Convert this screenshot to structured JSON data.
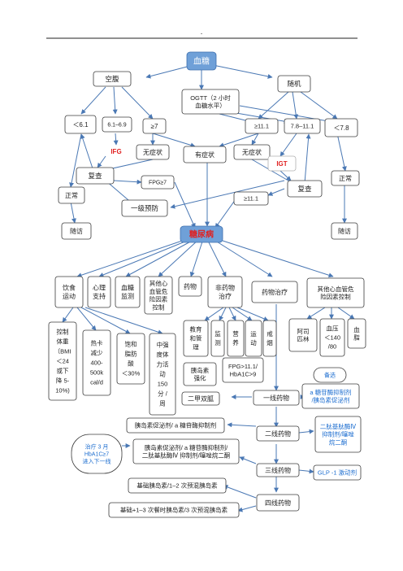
{
  "header_mark": ".",
  "colors": {
    "line": "#4a78b4",
    "blue_fill": "#6fa0d8",
    "red_text": "#e02020",
    "blue_text": "#1f6fd0",
    "box_stroke": "#3c3c3c"
  },
  "nodes": {
    "blood_sugar": "血糖",
    "fasting": "空腹",
    "random": "随机",
    "ogtt": [
      "OGTT（2 小时",
      "血糖水平）"
    ],
    "lt61": "＜6.1",
    "r6169": "6.1–6.9",
    "ge7": "≥7",
    "ge111": "≥11.1",
    "r78111": "7.8–11.1",
    "lt78": "＜7.8",
    "ifg": "IFG",
    "asym_left": "无症状",
    "symptomatic": "有症状",
    "asym_right": "无症状",
    "igt": "IGT",
    "recheck_left": "复查",
    "fpg_ge7": "FPG≥7",
    "recheck_right": "复查",
    "normal_right": "正常",
    "normal_left": "正常",
    "ge111_b": "≥11.1",
    "primary_prevention": "一级预防",
    "followup_left": "随访",
    "diabetes": "糖尿病",
    "followup_right": "随访",
    "diet": [
      "饮食",
      "运动"
    ],
    "psych": [
      "心理",
      "支持"
    ],
    "bg_monitor": [
      "血糖",
      "监测"
    ],
    "other_cv": [
      "其他心",
      "血管危",
      "险因素",
      "控制"
    ],
    "drugs": "药物",
    "nondrug": [
      "非药物",
      "治疗"
    ],
    "drug_therapy": "药物治疗",
    "other_cv2": [
      "其他心血管危",
      "险因素控制"
    ],
    "weight": [
      "控制",
      "体重",
      "（BMI",
      "＜24",
      "或下",
      "降 5-",
      "10%)"
    ],
    "calorie": [
      "热卡",
      "减少",
      "400-",
      "500k",
      "cal/d"
    ],
    "fat": [
      "饱和",
      "脂肪",
      "酸",
      "＜30%"
    ],
    "exercise": [
      "中强",
      "度体",
      "力活",
      "动",
      "150",
      "分 /",
      "周"
    ],
    "education": [
      "教育",
      "和管",
      "理"
    ],
    "monitor": [
      "监",
      "测"
    ],
    "nutrition": [
      "营",
      "养"
    ],
    "sport": [
      "运",
      "动"
    ],
    "quit_smoke": [
      "戒",
      "烟"
    ],
    "aspirin": [
      "阿司",
      "匹林"
    ],
    "bp": [
      "血压",
      "＜140",
      "/80"
    ],
    "lipid": [
      "血",
      "脂"
    ],
    "insulin_boost": [
      "胰岛素",
      "强化"
    ],
    "fpg_hba1c": [
      "FPG>11.1/",
      "HbA1C>9"
    ],
    "metformin": "二甲双胍",
    "first_line": "一线药物",
    "alt_label": "备选",
    "first_alt": [
      "a 糖苷酶抑制剂",
      "/胰岛素促泌剂"
    ],
    "second_left": "胰岛素促泌剂/ a 糖苷酶抑制剂",
    "second_line": "二线药物",
    "second_alt": [
      "二肽基肽酶Ⅳ",
      "抑制剂/噻唑",
      "烷二酮"
    ],
    "advance_note": [
      "治疗 3 月",
      "HbA1C≥7",
      "进入下一线"
    ],
    "third_left": [
      "胰岛素促泌剂/ a 糖苷酶抑制剂/",
      "二肽基肽酶Ⅳ 抑制剂/噻唑烷二酮"
    ],
    "third_line": "三线药物",
    "glp1": "GLP -1 激动剂",
    "basal_1_2": "基础胰岛素/1–2 次预混胰岛素",
    "fourth_line": "四线药物",
    "basal_3": "基础+1–3 次餐时胰岛素/3 次预混胰岛素"
  }
}
